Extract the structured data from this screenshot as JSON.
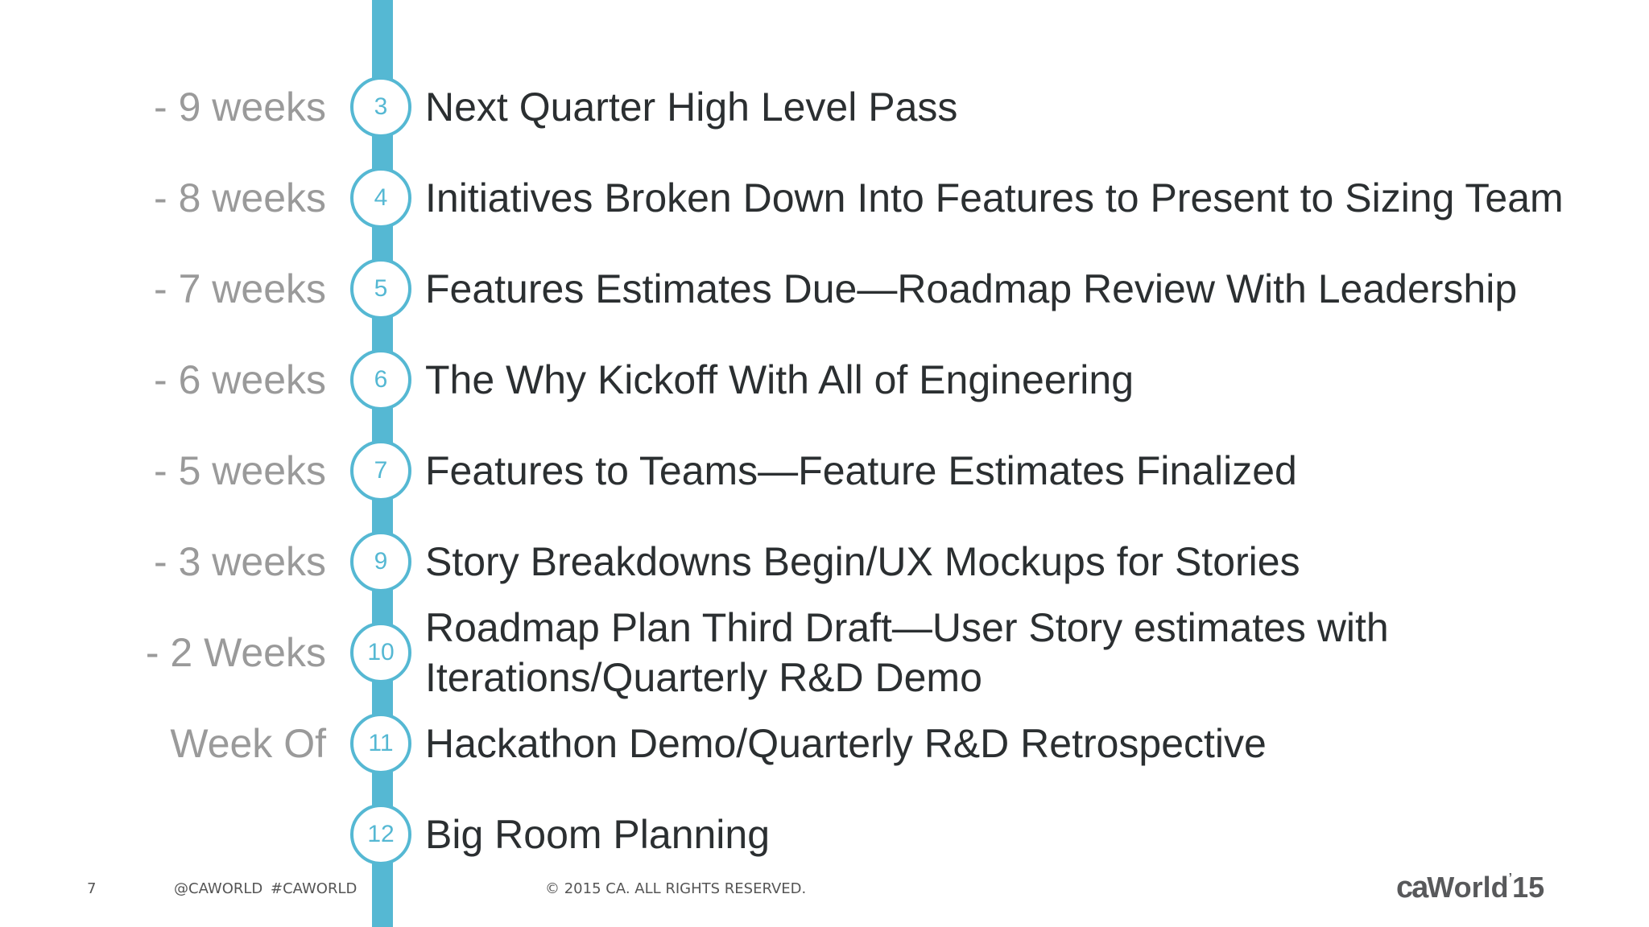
{
  "timeline": [
    {
      "weeks": "- 9 weeks",
      "number": "3",
      "text": "Next Quarter High Level Pass"
    },
    {
      "weeks": "- 8 weeks",
      "number": "4",
      "text": "Initiatives Broken Down Into Features to Present to Sizing Team"
    },
    {
      "weeks": "- 7 weeks",
      "number": "5",
      "text": "Features Estimates Due—Roadmap Review With Leadership"
    },
    {
      "weeks": "- 6 weeks",
      "number": "6",
      "text": "The Why Kickoff With All of Engineering"
    },
    {
      "weeks": "- 5 weeks",
      "number": "7",
      "text": "Features to Teams—Feature Estimates Finalized"
    },
    {
      "weeks": "- 3 weeks",
      "number": "9",
      "text": "Story Breakdowns Begin/UX Mockups for Stories"
    },
    {
      "weeks": "- 2 Weeks",
      "number": "10",
      "text_line1": "Roadmap Plan Third Draft—User Story estimates with",
      "text_line2": "Iterations/Quarterly R&D Demo"
    },
    {
      "weeks": "Week Of",
      "number": "11",
      "text": "Hackathon Demo/Quarterly R&D Retrospective"
    },
    {
      "weeks": "",
      "number": "12",
      "text": "Big Room Planning"
    }
  ],
  "footer": {
    "page_number": "7",
    "handle": "@CAWORLD",
    "hashtag": "#CAWORLD",
    "copyright": "© 2015 CA. ALL RIGHTS RESERVED.",
    "brand_ca": "ca",
    "brand_world": "World",
    "brand_sup": "’",
    "brand_year": "15"
  },
  "colors": {
    "accent": "#55b8d3",
    "text": "#2b2f31",
    "muted": "#9a9a9a"
  }
}
